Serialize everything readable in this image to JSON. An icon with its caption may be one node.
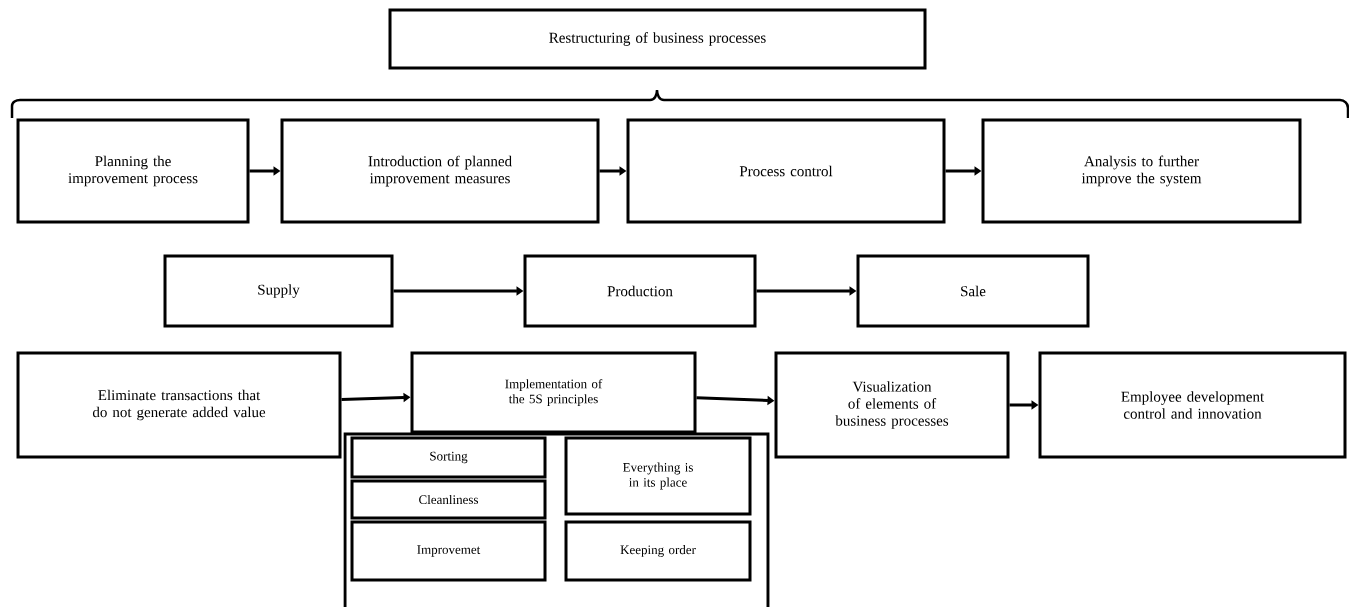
{
  "diagram": {
    "nodes": [
      {
        "text": [
          "Restructuring of business processes"
        ]
      },
      {
        "text": [
          "Planning the improvement process"
        ]
      },
      {
        "text": [
          "Introduction of planned improvement measures"
        ]
      },
      {
        "text": [
          "Process control"
        ]
      },
      {
        "text": [
          "Analysis to further improve the system"
        ]
      },
      {
        "text": [
          "Supply"
        ]
      },
      {
        "text": [
          "Production"
        ]
      },
      {
        "text": [
          "Sale"
        ]
      },
      {
        "text": [
          "Eliminate transactions that do not generate added value"
        ]
      },
      {
        "text": [
          "Implementation of the 5S principles"
        ]
      },
      {
        "text": [
          "Visualization of elements of business processes"
        ]
      },
      {
        "text": [
          "Employee development control and innovation"
        ]
      },
      {
        "text": [
          "Sorting"
        ]
      },
      {
        "text": [
          "Cleanliness"
        ]
      },
      {
        "text": [
          "Improvemet"
        ]
      },
      {
        "text": [
          "Everything is in its place"
        ]
      },
      {
        "text": [
          "Keeping order"
        ]
      }
    ],
    "edges": [
      {
        "from": 1,
        "to": 2,
        "arrow": "to"
      },
      {
        "from": 2,
        "to": 3,
        "arrow": "to"
      },
      {
        "from": 3,
        "to": 4,
        "arrow": "to"
      },
      {
        "from": 5,
        "to": 6,
        "arrow": "to"
      },
      {
        "from": 6,
        "to": 7,
        "arrow": "to"
      },
      {
        "from": 8,
        "to": 9,
        "arrow": "to"
      },
      {
        "from": 9,
        "to": 10,
        "arrow": "to"
      },
      {
        "from": 10,
        "to": 11,
        "arrow": "to"
      }
    ]
  }
}
